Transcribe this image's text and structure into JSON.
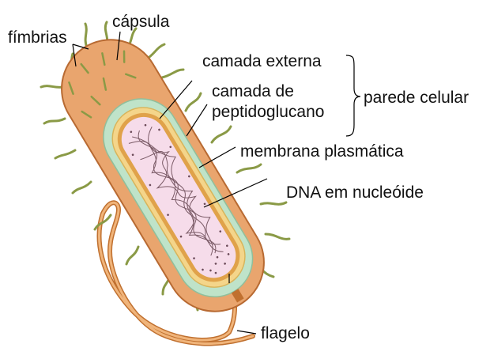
{
  "diagram": {
    "labels": {
      "fimbrias": "fímbrias",
      "capsula": "cápsula",
      "camada_externa": "camada externa",
      "camada_de_1": "camada de",
      "camada_de_2": "peptidoglucano",
      "parede_celular": "parede celular",
      "membrana": "membrana plasmática",
      "dna": "DNA em nucleóide",
      "flagelo": "flagelo"
    },
    "colors": {
      "capsule": "#e9a56e",
      "capsule_stroke": "#b86a32",
      "outer_layer": "#bfe3c9",
      "peptidoglycan": "#f4d58a",
      "membrane": "#e0a24a",
      "cytoplasm": "#f6dcea",
      "dna": "#7a5a66",
      "fimbria": "#8a9a46",
      "flagellum": "#d9894a",
      "line": "#000000"
    }
  }
}
